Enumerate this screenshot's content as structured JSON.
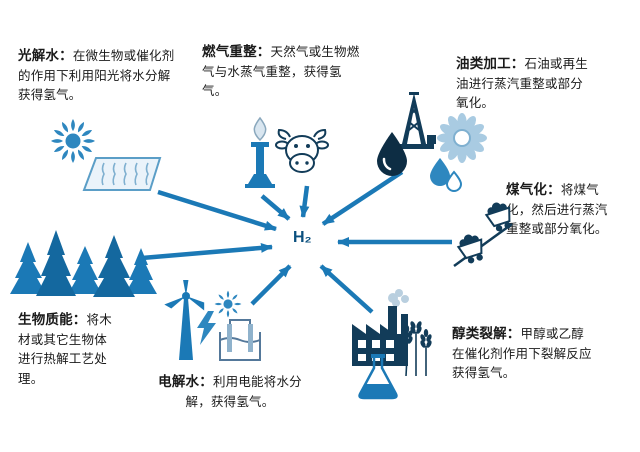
{
  "diagram": {
    "center_label": "H₂",
    "accent_color": "#1b79b6",
    "dark_color": "#123c59",
    "text_color": "#1a1a1a"
  },
  "sections": {
    "photolysis": {
      "title": "光解水：",
      "body": "在微生物或催化剂的作用下利用阳光将水分解获得氢气。"
    },
    "gas_reforming": {
      "title": "燃气重整：",
      "body": "天然气或生物燃气与水蒸气重整，获得氢气。"
    },
    "oil_processing": {
      "title": "油类加工：",
      "body": "石油或再生油进行蒸汽重整或部分氧化。"
    },
    "coal_gasification": {
      "title": "煤气化：",
      "body": "将煤气化，然后进行蒸汽重整或部分氧化。"
    },
    "alcohol_cracking": {
      "title": "醇类裂解：",
      "body": "甲醇或乙醇在催化剂作用下裂解反应获得氢气。"
    },
    "electrolysis": {
      "title": "电解水：",
      "body": "利用电能将水分解，获得氢气。"
    },
    "biomass": {
      "title": "生物质能：",
      "body": "将木材或其它生物体进行热解工艺处理。"
    }
  },
  "icons": [
    {
      "name": "sun-icon",
      "meaning": "sunlight"
    },
    {
      "name": "water-pool-icon",
      "meaning": "water basin"
    },
    {
      "name": "bunsen-burner-icon",
      "meaning": "gas burner"
    },
    {
      "name": "cow-icon",
      "meaning": "livestock biogas source"
    },
    {
      "name": "oil-rig-icon",
      "meaning": "oil derrick"
    },
    {
      "name": "oil-drop-icon",
      "meaning": "oil drop"
    },
    {
      "name": "sunflower-icon",
      "meaning": "sunflower"
    },
    {
      "name": "water-drops-icon",
      "meaning": "water drops"
    },
    {
      "name": "coal-carts-icon",
      "meaning": "coal mine carts"
    },
    {
      "name": "forest-icon",
      "meaning": "forest biomass"
    },
    {
      "name": "wind-turbine-icon",
      "meaning": "wind turbine"
    },
    {
      "name": "lightning-icon",
      "meaning": "electric power"
    },
    {
      "name": "electrolyzer-icon",
      "meaning": "electrolysis cell"
    },
    {
      "name": "factory-icon",
      "meaning": "chemical plant"
    },
    {
      "name": "wheat-icon",
      "meaning": "crop biomass"
    },
    {
      "name": "flask-icon",
      "meaning": "laboratory flask"
    }
  ]
}
